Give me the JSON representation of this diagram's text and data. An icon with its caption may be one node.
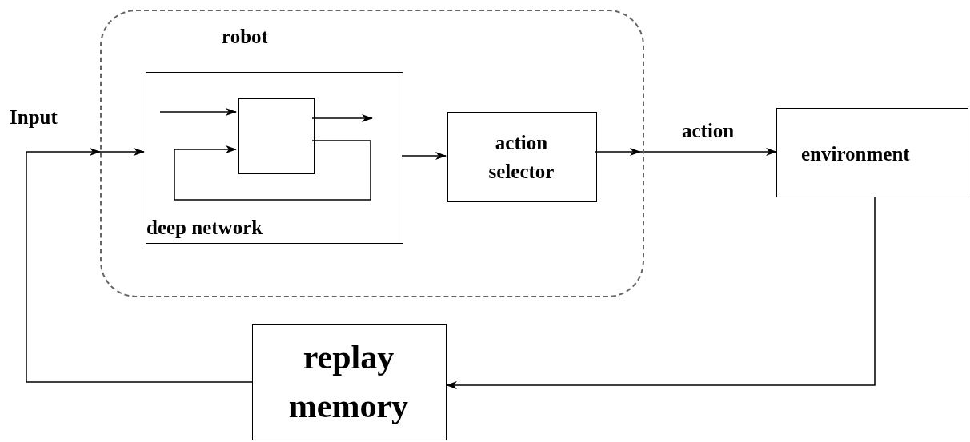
{
  "diagram": {
    "nodes": [
      {
        "text": [
          "robot"
        ]
      },
      {
        "text": [
          "deep network"
        ],
        "in": 0
      },
      {
        "text": [],
        "shape": "box",
        "in": 1
      },
      {
        "text": [
          "action selector"
        ],
        "in": 0
      },
      {
        "text": [
          "environment"
        ]
      },
      {
        "text": [
          "replay memory"
        ]
      }
    ],
    "edges": [
      {
        "from": 5,
        "to": 1,
        "arrow": "to",
        "label": "Input"
      },
      {
        "from": 1,
        "to": 3,
        "arrow": "to"
      },
      {
        "from": 3,
        "to": 4,
        "arrow": "to",
        "label": "action"
      },
      {
        "from": 4,
        "to": 5,
        "arrow": "to"
      },
      {
        "from": null,
        "to": 2,
        "arrow": "to"
      },
      {
        "from": 2,
        "to": null,
        "arrow": "to"
      },
      {
        "from": 2,
        "to": 2,
        "arrow": "to"
      }
    ]
  }
}
